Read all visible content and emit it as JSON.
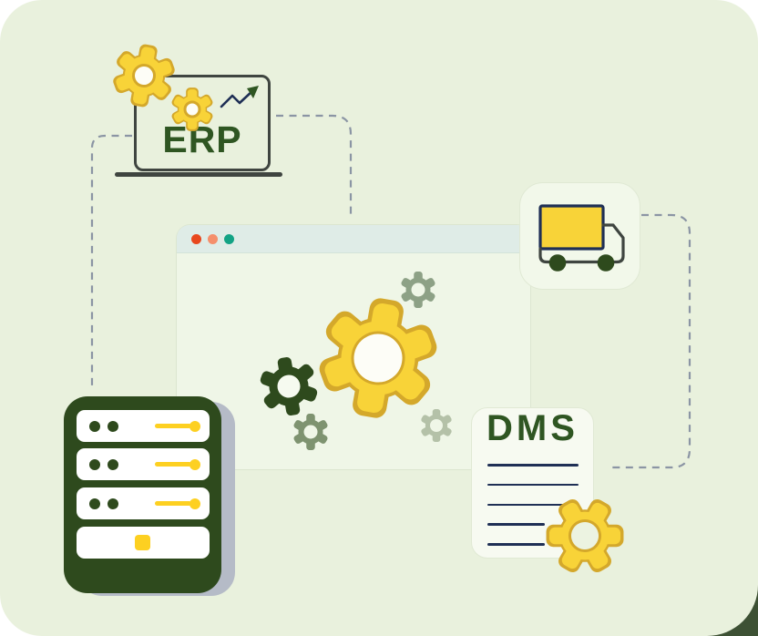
{
  "title": "ERP and DMS systems integration illustration",
  "labels": {
    "erp": "ERP",
    "dms": "DMS"
  },
  "browser": {
    "dot_colors": {
      "red": "#e8481e",
      "orange": "#f58f6c",
      "teal": "#13a385"
    }
  },
  "dms": {
    "label": "DMS",
    "text_line_count": 5
  },
  "server": {
    "unit_count": 4,
    "led_units": 3,
    "button_units": 1
  },
  "icons": [
    "gear-icon",
    "laptop-icon",
    "trend-arrow-icon",
    "truck-icon",
    "document-icon",
    "server-icon",
    "browser-window-icon"
  ],
  "theme": {
    "canvas_bg": "#ffffff",
    "page_bg": "#e9f1dd",
    "corner_accent": "#3d5134",
    "yellow": "#f8d338",
    "gold": "#d4a82b",
    "dark_green": "#2e4a1d",
    "text_green": "#2f5622",
    "navy": "#1f2f55",
    "sage": "#8da186",
    "sage_dark": "#7e9370",
    "sage_light": "#b4c1a8",
    "dash_slate": "#8b95a4",
    "charcoal": "#3f4540",
    "server_shadow": "#b5bbc7",
    "browser_header": "#dfece7",
    "browser_fill": "#eff6e7",
    "card_fill": "#f2f8ea"
  }
}
